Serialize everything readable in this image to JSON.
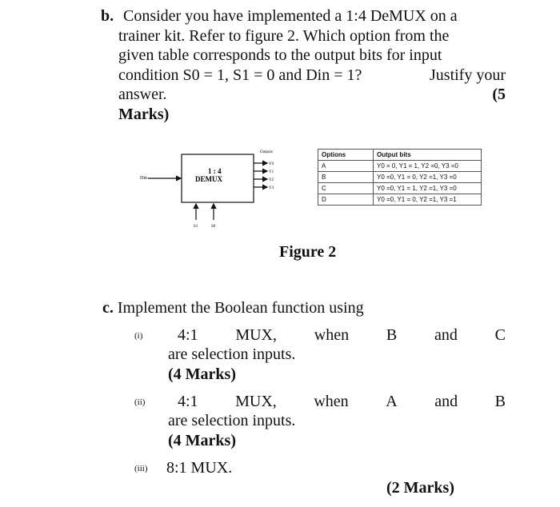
{
  "part_b": {
    "label": "b.",
    "line1": "Consider you have implemented a 1:4 DeMUX on a",
    "line2": "trainer kit. Refer to figure 2. Which option from the",
    "line3": "given table corresponds to the output bits for input",
    "line4a": "condition S0 = 1, S1 = 0 and Din = 1?",
    "line4b": "Justify your",
    "line5a": "answer.",
    "line5b": "(5",
    "line6": "Marks)"
  },
  "figure": {
    "demux_label_1": "1 : 4",
    "demux_label_2": "DEMUX",
    "input_label": "Din",
    "outputs_title": "Outputs",
    "outputs": [
      "Y0",
      "Y1",
      "Y2",
      "Y3"
    ],
    "selects": [
      "S1",
      "S0"
    ],
    "caption": "Figure 2"
  },
  "table": {
    "headers": [
      "Options",
      "Output bits"
    ],
    "rows": [
      [
        "A",
        "Y0 = 0, Y1 = 1, Y2 =0, Y3 =0"
      ],
      [
        "B",
        "Y0 =0, Y1 = 0, Y2 =1, Y3 =0"
      ],
      [
        "C",
        "Y0 =0, Y1 = 1, Y2 =1, Y3 =0"
      ],
      [
        "D",
        "Y0 =0, Y1 = 0, Y2 =1, Y3 =1"
      ]
    ]
  },
  "part_c": {
    "label": "c.",
    "intro": "Implement the Boolean function using",
    "items": [
      {
        "roman": "(i)",
        "words": [
          "4:1",
          "MUX,",
          "when",
          "B",
          "and",
          "C"
        ],
        "line2": "are selection inputs.",
        "marks": "(4 Marks)"
      },
      {
        "roman": "(ii)",
        "words": [
          "4:1",
          "MUX,",
          "when",
          "A",
          "and",
          "B"
        ],
        "line2": "are selection inputs.",
        "marks": "(4 Marks)"
      },
      {
        "roman": "(iii)",
        "text": "8:1 MUX.",
        "marks": "(2 Marks)"
      }
    ]
  }
}
